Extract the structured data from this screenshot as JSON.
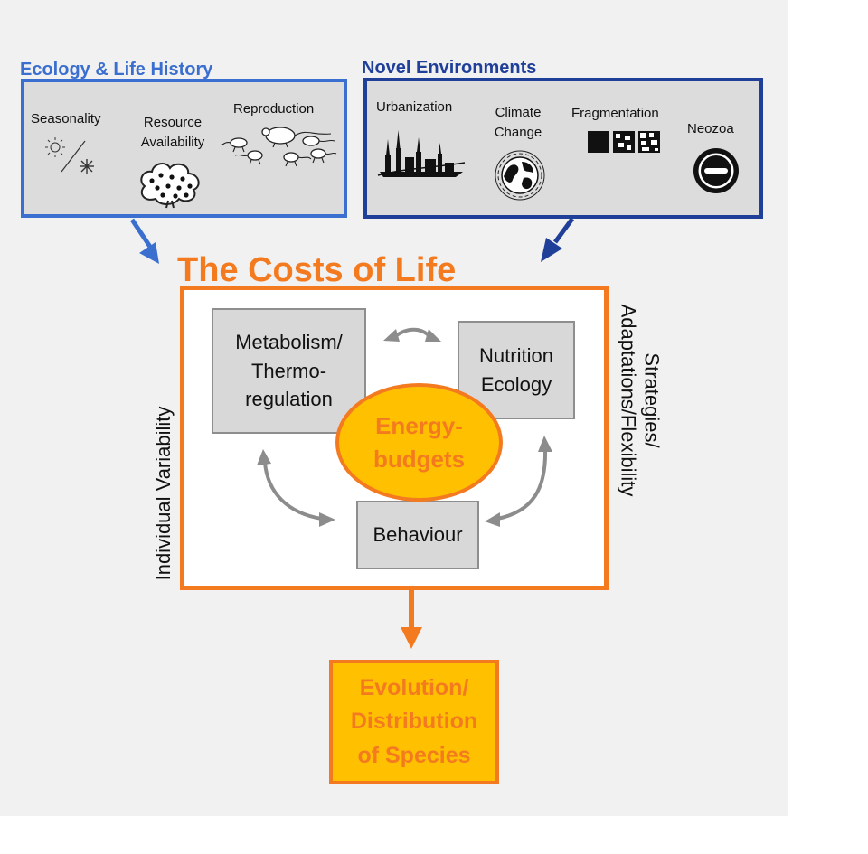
{
  "ecology": {
    "title": "Ecology & Life History",
    "seasonality": "Seasonality",
    "resource": "Resource Availability",
    "reproduction": "Reproduction"
  },
  "novel": {
    "title": "Novel Environments",
    "urbanization": "Urbanization",
    "climate": "Climate Change",
    "fragmentation": "Fragmentation",
    "neozoa": "Neozoa"
  },
  "main": {
    "title": "The Costs of Life",
    "metabolism": "Metabolism/ Thermo- regulation",
    "nutrition": "Nutrition Ecology",
    "energy": "Energy- budgets",
    "behaviour": "Behaviour",
    "left_side": "Individual Variability",
    "right_side_line1": "Strategies/",
    "right_side_line2": "Adaptations/Flexibility"
  },
  "outcome": {
    "label": "Evolution/ Distribution of Species"
  },
  "colors": {
    "ecology_blue": "#3a6fcf",
    "novel_blue": "#1f3f99",
    "orange": "#f47a20",
    "yellow": "#ffc000",
    "arrow_gray": "#8c8c8c"
  }
}
